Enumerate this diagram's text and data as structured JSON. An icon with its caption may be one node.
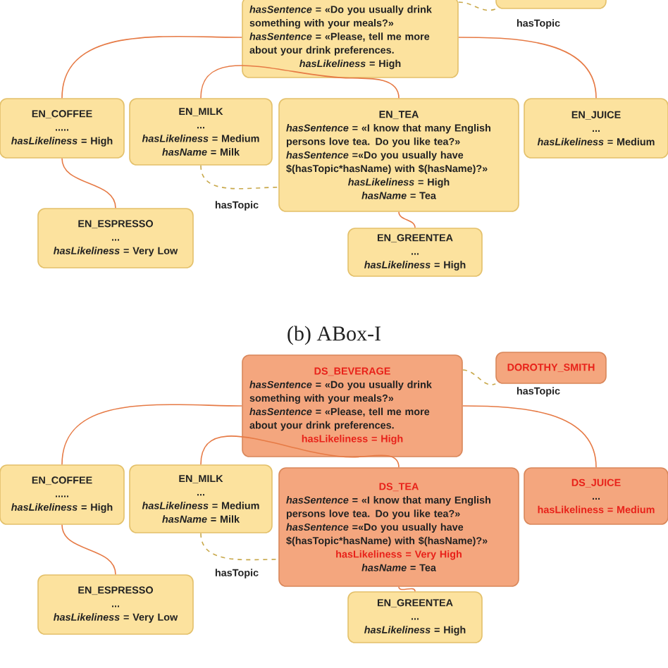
{
  "diagram": {
    "nodes": [
      {
        "text": [
          "*hasSentence* = «Do you usually drink something with your meals?»",
          "*hasSentence* = «Please, tell me more about your  drink preferences.",
          "*hasLikeliness* = High"
        ]
      },
      {
        "text": [],
        "shape": "box"
      },
      {
        "text": [
          "EN_COFFEE",
          ".....",
          "*hasLikeliness* = High"
        ]
      },
      {
        "text": [
          "EN_MILK",
          "...",
          "*hasLikeliness* = Medium",
          "*hasName* = Milk"
        ]
      },
      {
        "text": [
          "EN_TEA",
          "*hasSentence* = «I know that many English persons love tea. Do you like tea?»",
          "*hasSentence* =«Do you usually have $(hasTopic*hasName) with $(hasName)?»",
          "*hasLikeliness* = High",
          "*hasName* = Tea"
        ]
      },
      {
        "text": [
          "EN_JUICE",
          "...",
          "*hasLikeliness* = Medium"
        ]
      },
      {
        "text": [
          "EN_ESPRESSO",
          "...",
          "*hasLikeliness* = Very Low"
        ]
      },
      {
        "text": [
          "EN_GREENTEA",
          "...",
          "*hasLikeliness* = High"
        ]
      },
      {
        "text": [
          "DS_BEVERAGE",
          "*hasSentence* = «Do you usually drink something with your meals?»",
          "*hasSentence* = «Please, tell me more about your  drink preferences.",
          "hasLikeliness = High"
        ]
      },
      {
        "text": [
          "DOROTHY_SMITH"
        ]
      },
      {
        "text": [
          "EN_COFFEE",
          ".....",
          "*hasLikeliness* = High"
        ]
      },
      {
        "text": [
          "EN_MILK",
          "...",
          "*hasLikeliness* = Medium",
          "*hasName* = Milk"
        ]
      },
      {
        "text": [
          "DS_TEA",
          "*hasSentence* = «I know that many English persons love tea. Do you like tea?»",
          "*hasSentence* =«Do you usually have $(hasTopic*hasName) with $(hasName)?»",
          "hasLikeliness = Very High",
          "*hasName* = Tea"
        ]
      },
      {
        "text": [
          "DS_JUICE",
          "...",
          "hasLikeliness = Medium"
        ]
      },
      {
        "text": [
          "EN_ESPRESSO",
          "...",
          "*hasLikeliness* = Very Low"
        ]
      },
      {
        "text": [
          "EN_GREENTEA",
          "...",
          "*hasLikeliness* = High"
        ]
      }
    ],
    "edges": [
      {
        "from": 0,
        "to": 2,
        "arrow": "none"
      },
      {
        "from": 0,
        "to": 3,
        "arrow": "none"
      },
      {
        "from": 0,
        "to": 4,
        "arrow": "none"
      },
      {
        "from": 0,
        "to": 5,
        "arrow": "none"
      },
      {
        "from": 2,
        "to": 6,
        "arrow": "none"
      },
      {
        "from": 3,
        "to": 4,
        "arrow": "none",
        "label": "hasTopic",
        "style": "dashed",
        "color": "#c8a84a"
      },
      {
        "from": 4,
        "to": 7,
        "arrow": "none"
      },
      {
        "from": 0,
        "to": 1,
        "arrow": "none",
        "label": "hasTopic",
        "style": "dashed",
        "color": "#c8a84a"
      },
      {
        "from": 8,
        "to": 10,
        "arrow": "none"
      },
      {
        "from": 8,
        "to": 11,
        "arrow": "none"
      },
      {
        "from": 8,
        "to": 12,
        "arrow": "none"
      },
      {
        "from": 8,
        "to": 13,
        "arrow": "none"
      },
      {
        "from": 10,
        "to": 14,
        "arrow": "none"
      },
      {
        "from": 11,
        "to": 12,
        "arrow": "none",
        "label": "hasTopic",
        "style": "dashed",
        "color": "#c8a84a"
      },
      {
        "from": 12,
        "to": 15,
        "arrow": "none"
      },
      {
        "from": 8,
        "to": 9,
        "arrow": "none",
        "label": "hasTopic",
        "style": "dashed",
        "color": "#c8a84a"
      }
    ],
    "labels": [
      "(b) ABox-I"
    ]
  }
}
